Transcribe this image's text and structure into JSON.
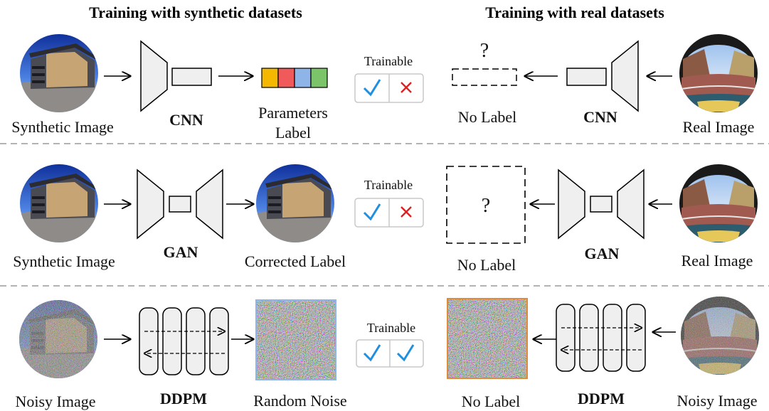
{
  "headers": {
    "synthetic": "Training with synthetic datasets",
    "real": "Training with real datasets"
  },
  "rows": [
    {
      "left_input": "Synthetic Image",
      "left_model": "CNN",
      "left_output_line1": "Parameters",
      "left_output_line2": "Label",
      "trainable": "Trainable",
      "trainable_left": "check",
      "trainable_right": "cross",
      "right_output": "No Label",
      "right_question": "?",
      "right_model": "CNN",
      "right_input": "Real Image"
    },
    {
      "left_input": "Synthetic Image",
      "left_model": "GAN",
      "left_output": "Corrected Label",
      "trainable": "Trainable",
      "trainable_left": "check",
      "trainable_right": "cross",
      "right_output": "No Label",
      "right_question": "?",
      "right_model": "GAN",
      "right_input": "Real Image"
    },
    {
      "left_input": "Noisy Image",
      "left_model": "DDPM",
      "left_output": "Random Noise",
      "trainable": "Trainable",
      "trainable_left": "check",
      "trainable_right": "check",
      "right_output": "No Label",
      "right_model": "DDPM",
      "right_input": "Noisy Image"
    }
  ],
  "colors": {
    "check": "#1f8fe0",
    "cross": "#e02020",
    "param_colors": [
      "#f5b800",
      "#f05a5a",
      "#8fb4e8",
      "#7cc46a"
    ],
    "dashed_line": "#9a9a9a",
    "noise_border_blue": "#8fb4e8",
    "noise_border_orange": "#e08a3a",
    "block_fill": "#efefef"
  },
  "icons": [
    "fisheye-synthetic-image",
    "fisheye-real-image",
    "noisy-fisheye-image",
    "random-noise-patch",
    "check-icon",
    "cross-icon",
    "arrow-icon"
  ]
}
